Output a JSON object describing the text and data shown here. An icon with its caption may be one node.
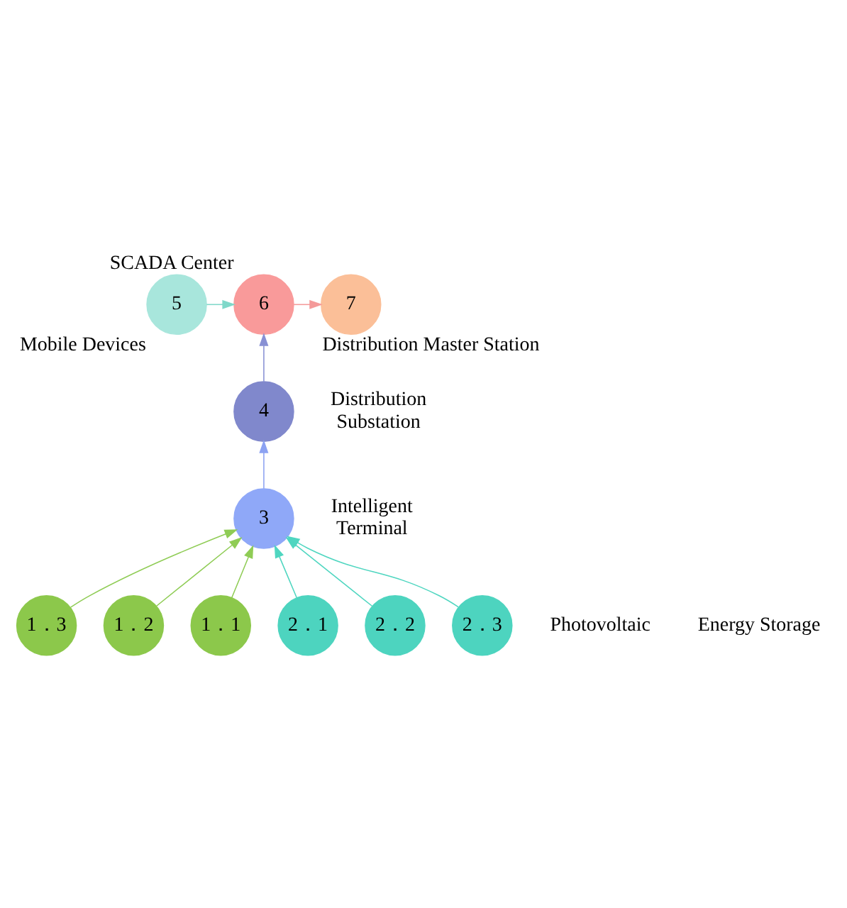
{
  "diagram": {
    "nodes": [
      {
        "text": [
          "5"
        ],
        "beside": [
          "Mobile Devices"
        ]
      },
      {
        "text": [
          "6"
        ],
        "beside": [
          "SCADA Center"
        ]
      },
      {
        "text": [
          "7"
        ],
        "beside": [
          "Distribution Master Station"
        ]
      },
      {
        "text": [
          "4"
        ],
        "beside": [
          "Distribution Substation"
        ]
      },
      {
        "text": [
          "3"
        ],
        "beside": [
          "Intelligent Terminal"
        ]
      },
      {
        "text": [
          "1．3"
        ]
      },
      {
        "text": [
          "1．2"
        ]
      },
      {
        "text": [
          "1．1"
        ]
      },
      {
        "text": [
          "2．1"
        ]
      },
      {
        "text": [
          "2．2"
        ]
      },
      {
        "text": [
          "2．3"
        ]
      }
    ],
    "edges": [
      {
        "from": 0,
        "to": 1,
        "arrow": "to",
        "color": "#7fd8c9"
      },
      {
        "from": 1,
        "to": 2,
        "arrow": "to",
        "color": "#f49a9a"
      },
      {
        "from": 3,
        "to": 1,
        "arrow": "to",
        "color": "#8890d4"
      },
      {
        "from": 4,
        "to": 3,
        "arrow": "to",
        "color": "#8ca2f2"
      },
      {
        "from": 5,
        "to": 4,
        "arrow": "to",
        "color": "#8fcc55"
      },
      {
        "from": 6,
        "to": 4,
        "arrow": "to",
        "color": "#8fcc55"
      },
      {
        "from": 7,
        "to": 4,
        "arrow": "to",
        "color": "#8fcc55"
      },
      {
        "from": 8,
        "to": 4,
        "arrow": "to",
        "color": "#4fd6c0"
      },
      {
        "from": 9,
        "to": 4,
        "arrow": "to",
        "color": "#4fd6c0"
      },
      {
        "from": 10,
        "to": 4,
        "arrow": "to",
        "color": "#4fd6c0"
      }
    ],
    "labels": [
      "Photovoltaic",
      "Energy Storage"
    ]
  }
}
